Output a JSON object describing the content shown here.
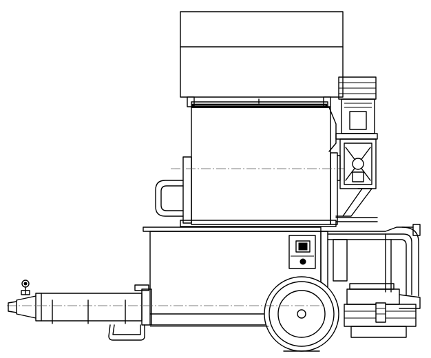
{
  "drawing": {
    "subject": "mortar-pump-machine-side-elevation",
    "line_color": "#000000",
    "background": "#ffffff",
    "style": "technical-line-drawing",
    "components": [
      "hopper-lid",
      "mixing-drum",
      "electric-motor",
      "gearbox",
      "rear-handle",
      "machine-base",
      "control-panel",
      "tow-handle",
      "transport-wheel",
      "pump-barrel",
      "outlet-nozzle",
      "pressure-gauge",
      "support-foot",
      "front-handle"
    ]
  }
}
